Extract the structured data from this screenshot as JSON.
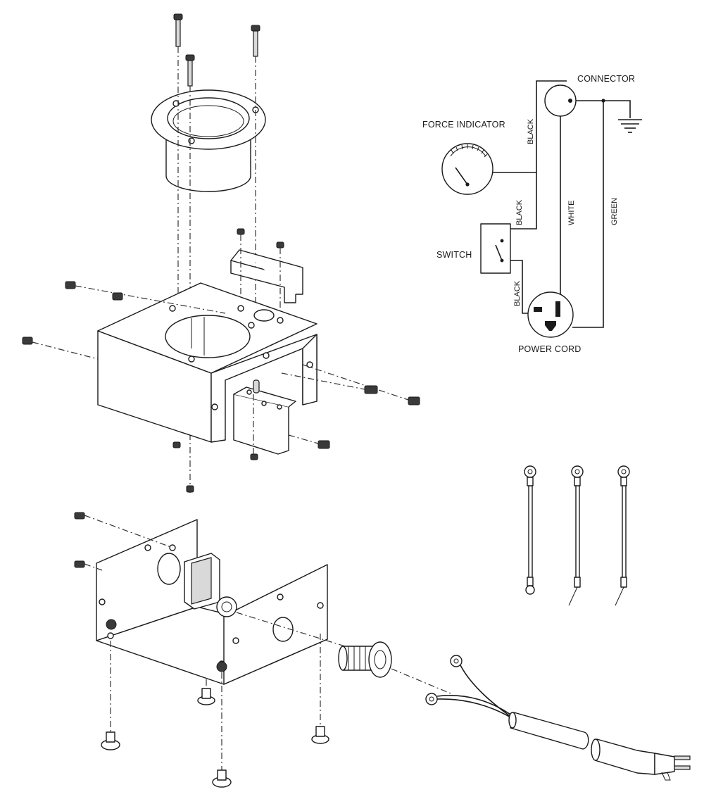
{
  "labels": {
    "connector": "CONNECTOR",
    "force_indicator": "FORCE INDICATOR",
    "switch": "SWITCH",
    "power_cord": "POWER CORD"
  },
  "wire_labels": {
    "black_top": "BLACK",
    "black_mid": "BLACK",
    "black_low": "BLACK",
    "white": "WHITE",
    "green": "GREEN"
  }
}
